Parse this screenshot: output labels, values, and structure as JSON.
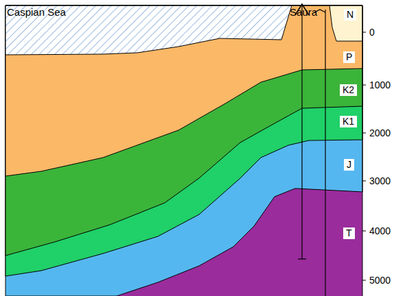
{
  "diagram": {
    "nodes": [
      {
        "text": [
          "N"
        ]
      },
      {
        "text": [
          "P"
        ]
      },
      {
        "text": [
          "K2"
        ]
      },
      {
        "text": [
          "K1"
        ]
      },
      {
        "text": [
          "J"
        ]
      },
      {
        "text": [
          "T"
        ]
      }
    ],
    "labels": [
      "Caspian Sea",
      "Saura",
      "0",
      "1000",
      "2000",
      "3000",
      "4000",
      "5000"
    ]
  }
}
